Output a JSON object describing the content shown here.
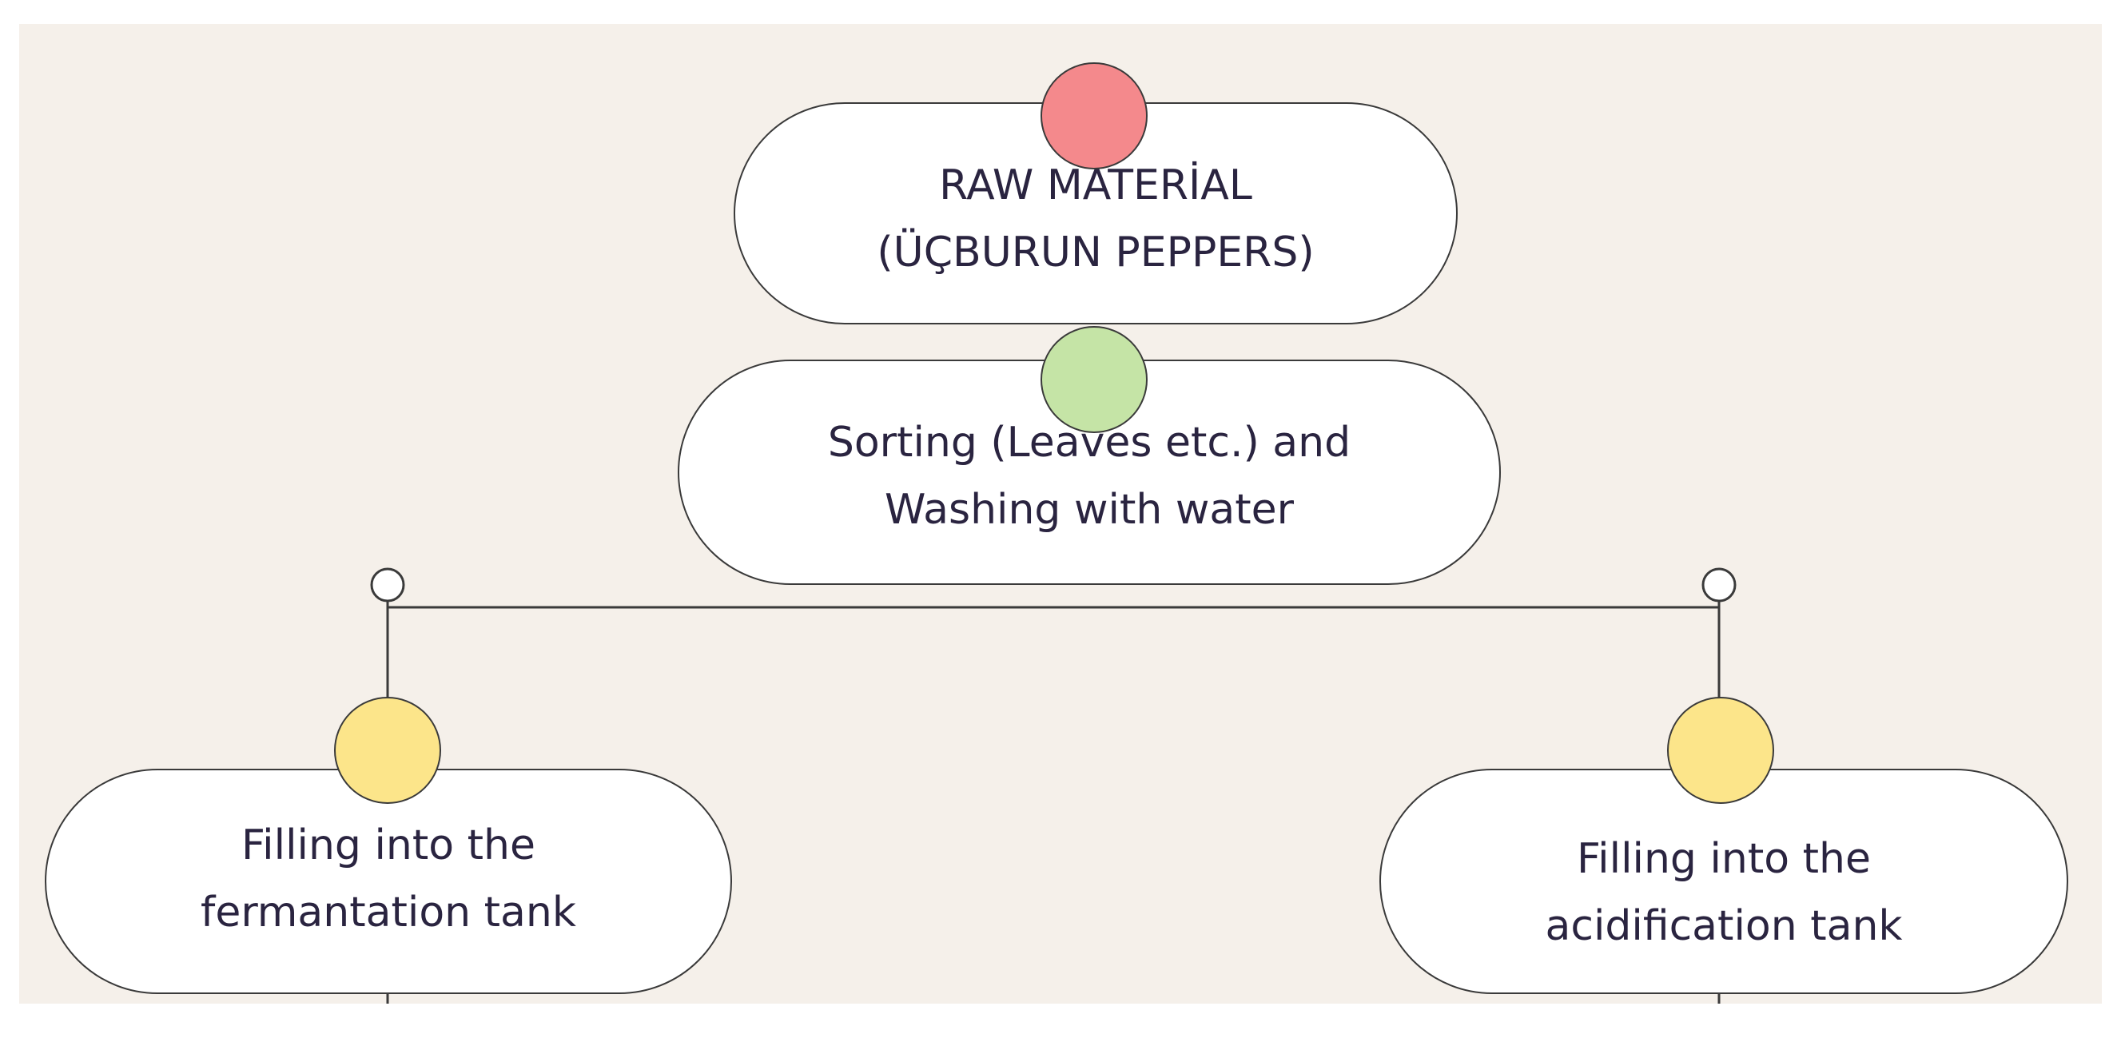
{
  "colors": {
    "background": "#f5f0ea",
    "node_fill": "#ffffff",
    "stroke": "#3a3a3a",
    "text": "#2a2440",
    "dot_red": "#f4898c",
    "dot_green": "#c5e4a6",
    "dot_yellow": "#fce58a"
  },
  "nodes": {
    "raw_material": {
      "line1": "RAW MATERİAL",
      "line2": "(ÜÇBURUN PEPPERS)"
    },
    "sorting": {
      "line1": "Sorting (Leaves etc.) and",
      "line2": "Washing with water"
    },
    "fermentation": {
      "line1": "Filling into the",
      "line2": "fermantation tank"
    },
    "acidification": {
      "line1": "Filling into the",
      "line2": "acidification tank"
    }
  }
}
